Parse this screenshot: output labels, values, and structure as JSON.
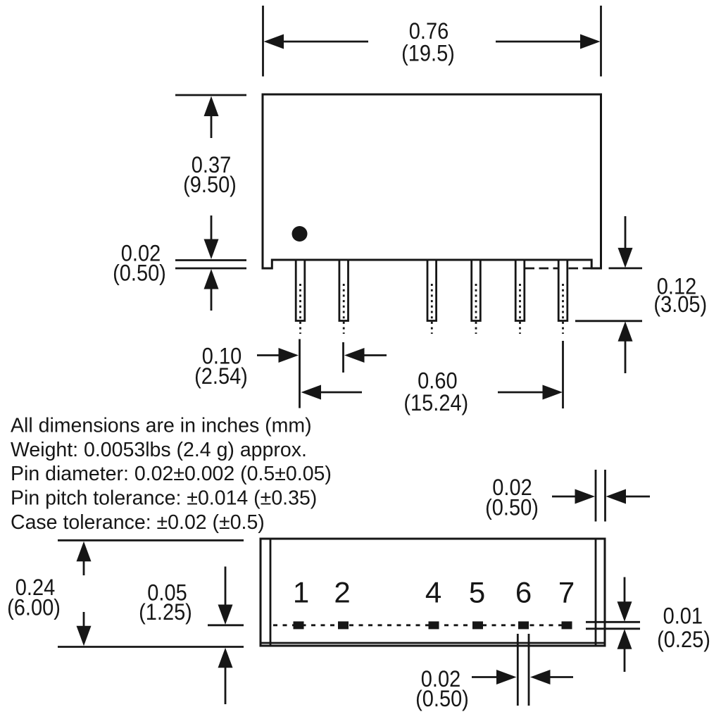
{
  "notes": {
    "lines": [
      "All dimensions are in inches (mm)",
      "Weight: 0.0053lbs (2.4 g) approx.",
      "Pin diameter: 0.02±0.002 (0.5±0.05)",
      "Pin pitch tolerance: ±0.014 (±0.35)",
      "Case tolerance: ±0.02 (±0.5)"
    ]
  },
  "dimensions": {
    "body_width": {
      "inches": "0.76",
      "mm": "(19.5)"
    },
    "body_height": {
      "inches": "0.37",
      "mm": "(9.50)"
    },
    "standoff_height": {
      "inches": "0.02",
      "mm": "(0.50)"
    },
    "pin_length": {
      "inches": "0.12",
      "mm": "(3.05)"
    },
    "pin_pitch": {
      "inches": "0.10",
      "mm": "(2.54)"
    },
    "pin_span": {
      "inches": "0.60",
      "mm": "(15.24)"
    },
    "case_depth": {
      "inches": "0.24",
      "mm": "(6.00)"
    },
    "pin_to_edge": {
      "inches": "0.05",
      "mm": "(1.25)"
    },
    "wall_thickness": {
      "inches": "0.02",
      "mm": "(0.50)"
    },
    "pin_width": {
      "inches": "0.02",
      "mm": "(0.50)"
    },
    "pin_thickness": {
      "inches": "0.01",
      "mm": "(0.25)"
    }
  },
  "pins": {
    "labels": [
      "1",
      "2",
      "4",
      "5",
      "6",
      "7"
    ]
  },
  "colors": {
    "ink": "#161616",
    "background": "#ffffff"
  }
}
